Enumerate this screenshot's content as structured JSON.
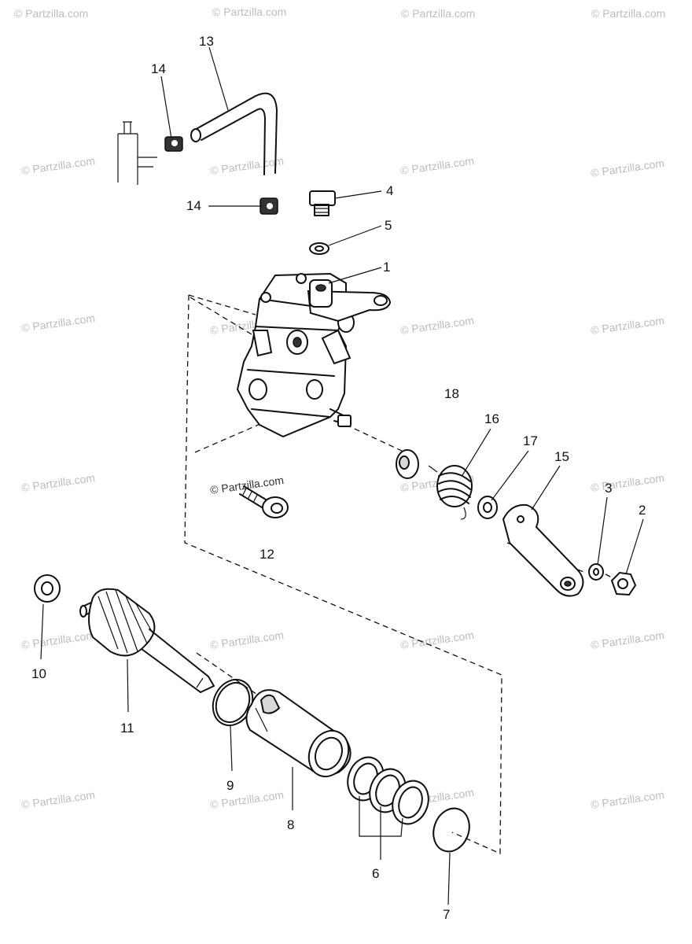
{
  "watermark": "© Partzilla.com",
  "callouts": {
    "c1": "1",
    "c2": "2",
    "c3": "3",
    "c4": "4",
    "c5": "5",
    "c6": "6",
    "c7": "7",
    "c8": "8",
    "c9": "9",
    "c10": "10",
    "c11": "11",
    "c12": "12",
    "c13": "13",
    "c14a": "14",
    "c14b": "14",
    "c15": "15",
    "c16": "16",
    "c17": "17",
    "c18": "18"
  }
}
